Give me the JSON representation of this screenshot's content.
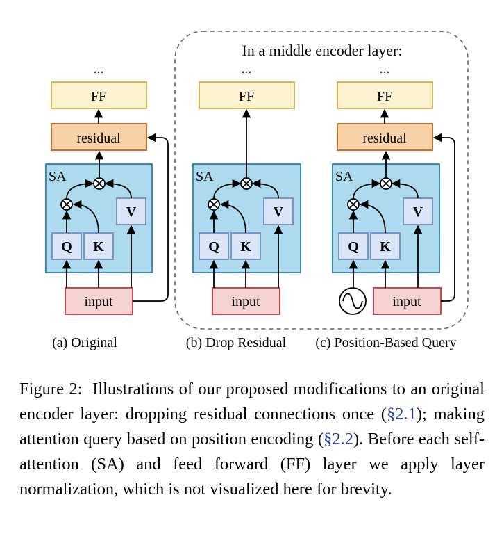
{
  "panels": {
    "a": {
      "caption": "(a) Original"
    },
    "b": {
      "caption": "(b) Drop Residual"
    },
    "c": {
      "caption": "(c) Position-Based Query"
    }
  },
  "group_title": "In a middle encoder layer:",
  "labels": {
    "ellipsis": "...",
    "ff": "FF",
    "residual": "residual",
    "sa": "SA",
    "v": "V",
    "q": "Q",
    "k": "K",
    "input": "input"
  },
  "colors": {
    "ff_fill": "#fdf2cf",
    "ff_stroke": "#d8b65a",
    "residual_fill": "#f9d3a7",
    "residual_stroke": "#c1722c",
    "sa_fill": "#aedaef",
    "sa_stroke": "#3b8cb0",
    "qkv_fill": "#dae6f7",
    "qkv_stroke": "#7a95c6",
    "input_fill": "#f6d3d3",
    "input_stroke": "#c34b4b",
    "reference": "#1f3f9e"
  },
  "caption": {
    "lead": "Figure 2:  Illustrations of our proposed modifications to an original encoder layer: dropping residual connections once (",
    "ref1": "§2.1",
    "mid": "); making attention query based on position encoding (",
    "ref2": "§2.2",
    "tail": "). Before each self-attention (SA) and feed forward (FF) layer we apply layer normalization, which is not visualized here for brevity."
  }
}
